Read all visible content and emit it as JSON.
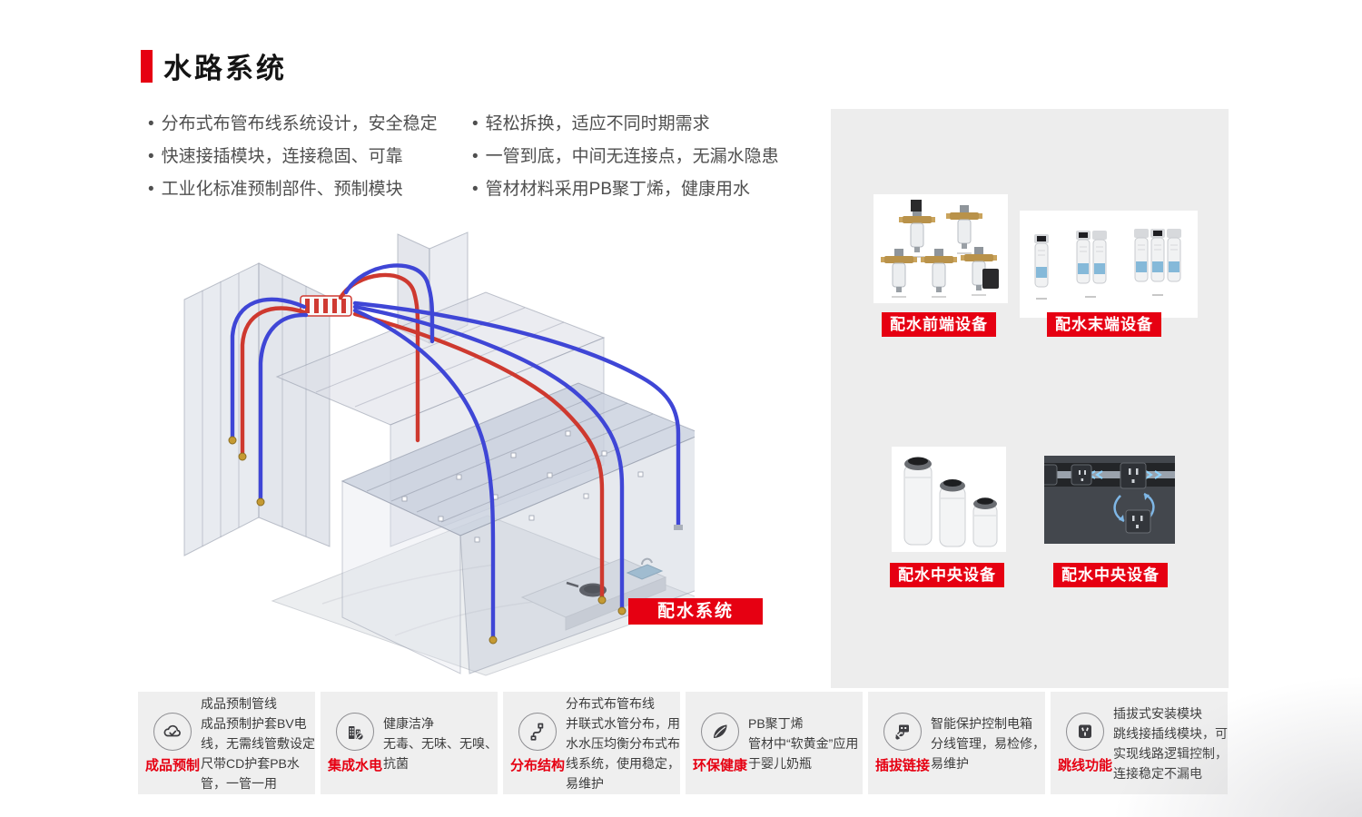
{
  "page": {
    "title": "水路系统",
    "accent_color": "#e60012",
    "background": "#ffffff"
  },
  "bullets": {
    "left": [
      "分布式布管布线系统设计，安全稳定",
      "快速接插模块，连接稳固、可靠",
      "工业化标准预制部件、预制模块"
    ],
    "right": [
      "轻松拆换，适应不同时期需求",
      "一管到底，中间无连接点，无漏水隐患",
      "管材材料采用PB聚丁烯，健康用水"
    ]
  },
  "illustration": {
    "caption": "配水系统",
    "cold_pipe_color": "#3f46d6",
    "hot_pipe_color": "#ce392f"
  },
  "panel": {
    "background": "#ededed",
    "products": [
      {
        "label": "配水前端设备",
        "image": "prefilter-valves-photo"
      },
      {
        "label": "配水末端设备",
        "image": "terminal-filter-cartridges-photo"
      },
      {
        "label": "配水中央设备",
        "image": "central-water-tanks-photo"
      },
      {
        "label": "配水中央设备",
        "image": "movable-socket-track-photo"
      }
    ]
  },
  "features": [
    {
      "icon": "cloud-check-icon",
      "label": "成品预制",
      "title": "成品预制管线",
      "body": "成品预制护套BV电线，无需线管敷设定尺带CD护套PB水管，一管一用"
    },
    {
      "icon": "integrated-buildings-icon",
      "label": "集成水电",
      "title": "健康洁净",
      "body": "无毒、无味、无嗅、抗菌"
    },
    {
      "icon": "pipe-route-icon",
      "label": "分布结构",
      "title": "分布式布管布线",
      "body": "并联式水管分布，用水水压均衡分布式布线系统，使用稳定，易维护"
    },
    {
      "icon": "leaf-icon",
      "label": "环保健康",
      "title": "PB聚丁烯",
      "body": "管材中“软黄金”应用于婴儿奶瓶"
    },
    {
      "icon": "plug-connect-icon",
      "label": "插拔链接",
      "title": "智能保护控制电箱",
      "body": "分线管理，易检修，易维护"
    },
    {
      "icon": "socket-icon",
      "label": "跳线功能",
      "title": "插拔式安装模块",
      "body": "跳线接插线模块，可实现线路逻辑控制，连接稳定不漏电"
    }
  ]
}
